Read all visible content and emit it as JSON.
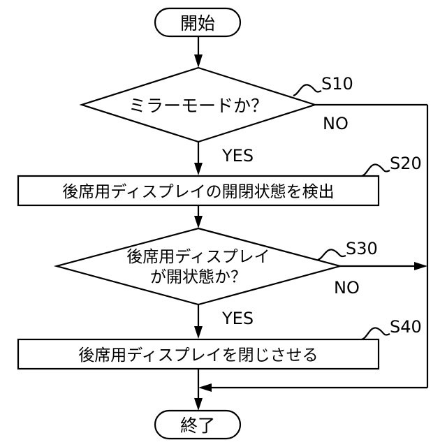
{
  "flowchart": {
    "start": "開始",
    "end": "終了",
    "decision1": "ミラーモードか？",
    "decision2": {
      "line1": "後席用ディスプレイ",
      "line2": "が開状態か？"
    },
    "process1": "後席用ディスプレイの開閉状態を検出",
    "process2": "後席用ディスプレイを閉じさせる",
    "step_labels": {
      "s10": "S10",
      "s20": "S20",
      "s30": "S30",
      "s40": "S40"
    },
    "branch_labels": {
      "yes1": "YES",
      "no1": "NO",
      "yes2": "YES",
      "no2": "NO"
    }
  }
}
